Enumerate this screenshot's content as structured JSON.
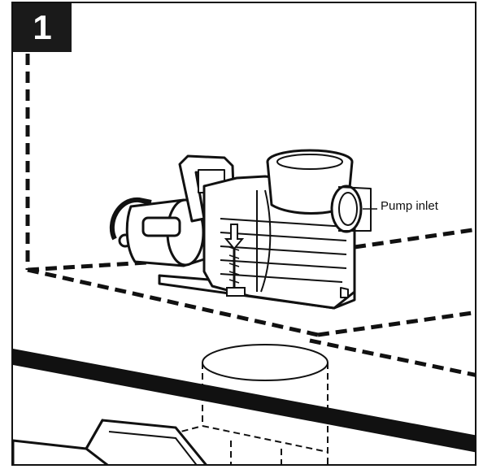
{
  "step": {
    "number": "1"
  },
  "labels": {
    "pump_inlet": "Pump inlet"
  },
  "colors": {
    "ink": "#111111",
    "badge_bg": "#1a1a1a",
    "badge_text": "#ffffff",
    "paper": "#ffffff"
  },
  "icons": {
    "step_marker": "step-number-badge"
  }
}
